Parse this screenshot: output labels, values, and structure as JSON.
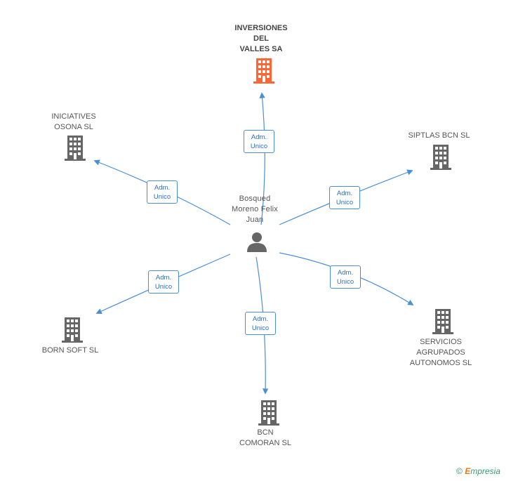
{
  "center": {
    "name": "Bosqued\nMoreno Felix\nJuan",
    "icon": "person-icon"
  },
  "companies": [
    {
      "id": "inversiones",
      "name": "INVERSIONES\nDEL\nVALLES SA",
      "highlight": true,
      "icon": "building-icon",
      "color": "#ff6633"
    },
    {
      "id": "iniciatives",
      "name": "INICIATIVES\nOSONA SL",
      "icon": "building-icon",
      "color": "#666666"
    },
    {
      "id": "siptlas",
      "name": "SIPTLAS BCN SL",
      "icon": "building-icon",
      "color": "#666666"
    },
    {
      "id": "born",
      "name": "BORN SOFT SL",
      "icon": "building-icon",
      "color": "#666666"
    },
    {
      "id": "servicios",
      "name": "SERVICIOS\nAGRUPADOS\nAUTONOMOS SL",
      "icon": "building-icon",
      "color": "#666666"
    },
    {
      "id": "bcn",
      "name": "BCN\nCOMORAN SL",
      "icon": "building-icon",
      "color": "#666666"
    }
  ],
  "edges": [
    {
      "to": "inversiones",
      "label": "Adm.\nUnico"
    },
    {
      "to": "iniciatives",
      "label": "Adm.\nUnico"
    },
    {
      "to": "siptlas",
      "label": "Adm.\nUnico"
    },
    {
      "to": "born",
      "label": "Adm.\nUnico"
    },
    {
      "to": "servicios",
      "label": "Adm.\nUnico"
    },
    {
      "to": "bcn",
      "label": "Adm.\nUnico"
    }
  ],
  "colors": {
    "edge": "#4a8fd6",
    "building": "#666666",
    "highlight": "#ff6633"
  },
  "footer": {
    "copyright": "©",
    "brand_first": "E",
    "brand_rest": "mpresia"
  }
}
